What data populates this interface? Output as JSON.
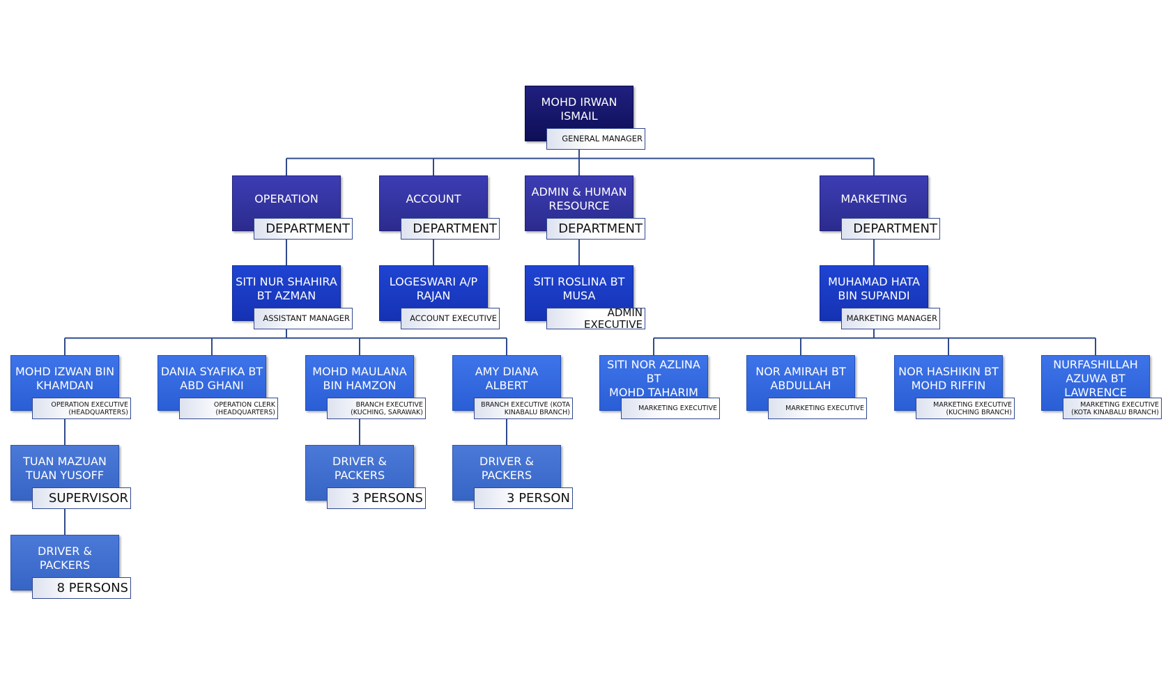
{
  "colors": {
    "line": "#2f4a8c",
    "level0": "#1a1a74",
    "level1": "#35359f",
    "level2": "#1a3cc4",
    "level3": "#336ae0",
    "level4": "#4170d0"
  },
  "org": {
    "nodes": [
      {
        "id": "gm",
        "name": "MOHD IRWAN\nISMAIL",
        "title": "GENERAL MANAGER",
        "level": 0,
        "parent": null
      },
      {
        "id": "op",
        "name": "OPERATION",
        "title": "DEPARTMENT",
        "level": 1,
        "parent": "gm"
      },
      {
        "id": "acc",
        "name": "ACCOUNT",
        "title": "DEPARTMENT",
        "level": 1,
        "parent": "gm"
      },
      {
        "id": "hr",
        "name": "ADMIN & HUMAN\nRESOURCE",
        "title": "DEPARTMENT",
        "level": 1,
        "parent": "gm"
      },
      {
        "id": "mkt",
        "name": "MARKETING",
        "title": "DEPARTMENT",
        "level": 1,
        "parent": "gm"
      },
      {
        "id": "am",
        "name": "SITI NUR SHAHIRA\nBT AZMAN",
        "title": "ASSISTANT MANAGER",
        "level": 2,
        "parent": "op"
      },
      {
        "id": "ae",
        "name": "LOGESWARI A/P\nRAJAN",
        "title": "ACCOUNT EXECUTIVE",
        "level": 2,
        "parent": "acc"
      },
      {
        "id": "adm",
        "name": "SITI ROSLINA BT\nMUSA",
        "title": "ADMIN EXECUTIVE",
        "level": 2,
        "parent": "hr"
      },
      {
        "id": "mm",
        "name": "MUHAMAD HATA\nBIN SUPANDI",
        "title": "MARKETING MANAGER",
        "level": 2,
        "parent": "mkt"
      },
      {
        "id": "oe",
        "name": "MOHD IZWAN BIN\nKHAMDAN",
        "title": "OPERATION EXECUTIVE\n(HEADQUARTERS)",
        "level": 3,
        "parent": "am"
      },
      {
        "id": "oc",
        "name": "DANIA SYAFIKA BT\nABD GHANI",
        "title": "OPERATION CLERK\n(HEADQUARTERS)",
        "level": 3,
        "parent": "am"
      },
      {
        "id": "be1",
        "name": "MOHD MAULANA\nBIN HAMZON",
        "title": "BRANCH EXECUTIVE\n(KUCHING, SARAWAK)",
        "level": 3,
        "parent": "am"
      },
      {
        "id": "be2",
        "name": "AMY DIANA ALBERT",
        "title": "BRANCH EXECUTIVE (KOTA\nKINABALU BRANCH)",
        "level": 3,
        "parent": "am"
      },
      {
        "id": "me1",
        "name": "SITI NOR AZLINA BT\nMOHD TAHARIM",
        "title": "MARKETING EXECUTIVE",
        "level": 3,
        "parent": "mm"
      },
      {
        "id": "me2",
        "name": "NOR AMIRAH BT\nABDULLAH",
        "title": "MARKETING EXECUTIVE",
        "level": 3,
        "parent": "mm"
      },
      {
        "id": "me3",
        "name": "NOR HASHIKIN BT\nMOHD RIFFIN",
        "title": "MARKETING EXECUTIVE\n(KUCHING BRANCH)",
        "level": 3,
        "parent": "mm"
      },
      {
        "id": "me4",
        "name": "NURFASHILLAH\nAZUWA BT\nLAWRENCE",
        "title": "MARKETING EXECUTIVE\n(KOTA KINABALU BRANCH)",
        "level": 3,
        "parent": "mm"
      },
      {
        "id": "sup",
        "name": "TUAN MAZUAN\nTUAN YUSOFF",
        "title": "SUPERVISOR",
        "level": 4,
        "parent": "oe"
      },
      {
        "id": "dp1",
        "name": "DRIVER & PACKERS",
        "title": "3 PERSONS",
        "level": 4,
        "parent": "be1"
      },
      {
        "id": "dp2",
        "name": "DRIVER & PACKERS",
        "title": "3 PERSON",
        "level": 4,
        "parent": "be2"
      },
      {
        "id": "dp3",
        "name": "DRIVER & PACKERS",
        "title": "8 PERSONS",
        "level": 4,
        "parent": "sup"
      }
    ]
  }
}
